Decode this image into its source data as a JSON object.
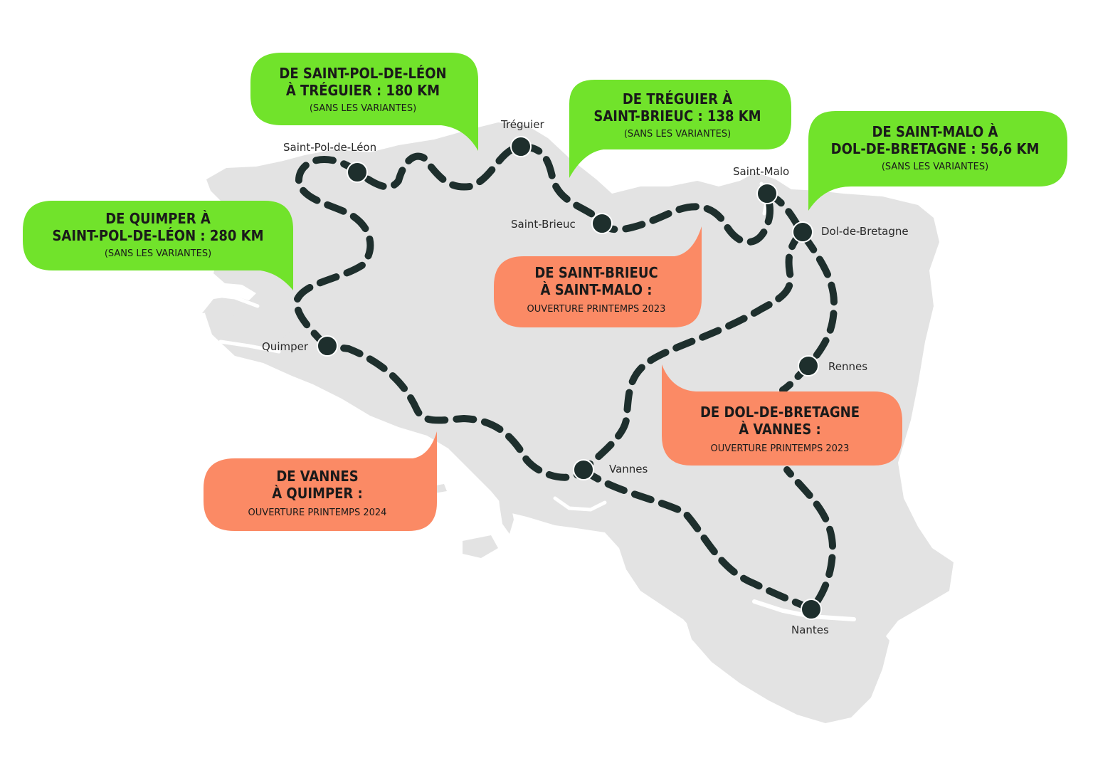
{
  "colors": {
    "land": "#e3e3e3",
    "route": "#1e2f2d",
    "open": "#71e32b",
    "upcoming": "#fb8a65",
    "text": "#1a1a1a"
  },
  "cities": {
    "saint_pol_de_leon": "Saint-Pol-de-Léon",
    "treguier": "Tréguier",
    "saint_brieuc": "Saint-Brieuc",
    "saint_malo": "Saint-Malo",
    "dol_de_bretagne": "Dol-de-Bretagne",
    "rennes": "Rennes",
    "quimper": "Quimper",
    "vannes": "Vannes",
    "nantes": "Nantes"
  },
  "segments": {
    "quimper_saint_pol": {
      "line1": "DE QUIMPER À",
      "line2": "SAINT-POL-DE-LÉON : 280 KM",
      "note": "(SANS LES VARIANTES)"
    },
    "saint_pol_treguier": {
      "line1": "DE SAINT-POL-DE-LÉON",
      "line2": "À TRÉGUIER : 180 KM",
      "note": "(SANS LES VARIANTES)"
    },
    "treguier_saint_brieuc": {
      "line1": "DE TRÉGUIER À",
      "line2": "SAINT-BRIEUC : 138 KM",
      "note": "(SANS LES VARIANTES)"
    },
    "saint_malo_dol": {
      "line1": "DE SAINT-MALO À",
      "line2": "DOL-DE-BRETAGNE : 56,6 KM",
      "note": "(SANS LES VARIANTES)"
    },
    "saint_brieuc_saint_malo": {
      "line1": "DE SAINT-BRIEUC",
      "line2": "À SAINT-MALO :",
      "note": "OUVERTURE PRINTEMPS 2023"
    },
    "dol_vannes": {
      "line1": "DE DOL-DE-BRETAGNE",
      "line2": "À VANNES :",
      "note": "OUVERTURE PRINTEMPS 2023"
    },
    "vannes_quimper": {
      "line1": "DE VANNES",
      "line2": "À QUIMPER :",
      "note": "OUVERTURE PRINTEMPS 2024"
    }
  }
}
